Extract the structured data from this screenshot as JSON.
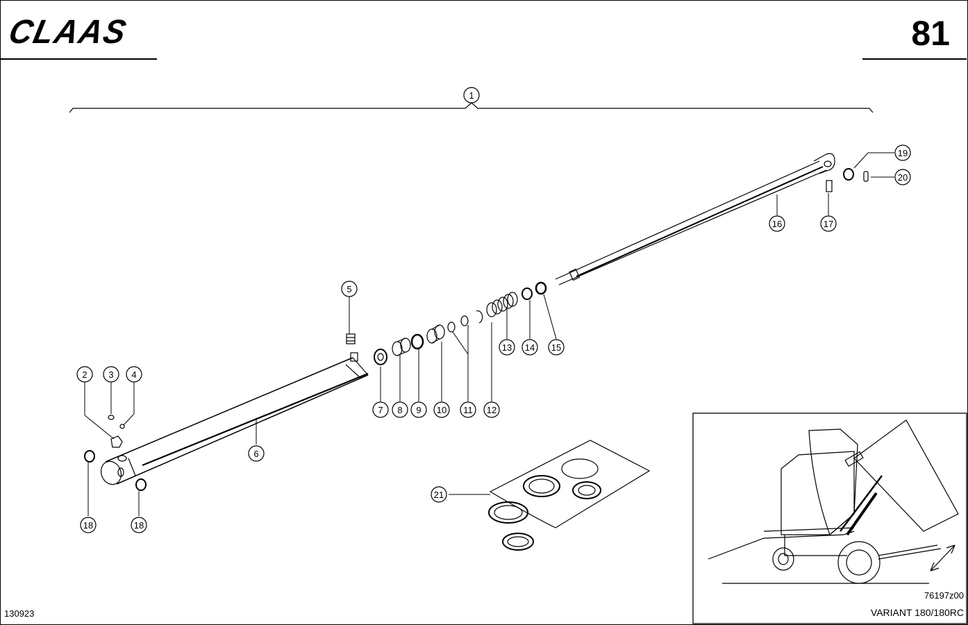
{
  "header": {
    "brand": "CLAAS",
    "page_number": "81"
  },
  "footer": {
    "document_number": "130923",
    "figure_reference": "76197z00",
    "model": "VARIANT 180/180RC"
  },
  "callouts": [
    {
      "id": "c1",
      "label": "1"
    },
    {
      "id": "c2",
      "label": "2"
    },
    {
      "id": "c3",
      "label": "3"
    },
    {
      "id": "c4",
      "label": "4"
    },
    {
      "id": "c5",
      "label": "5"
    },
    {
      "id": "c6",
      "label": "6"
    },
    {
      "id": "c7",
      "label": "7"
    },
    {
      "id": "c8",
      "label": "8"
    },
    {
      "id": "c9",
      "label": "9"
    },
    {
      "id": "c10",
      "label": "10"
    },
    {
      "id": "c11",
      "label": "11"
    },
    {
      "id": "c12",
      "label": "12"
    },
    {
      "id": "c13",
      "label": "13"
    },
    {
      "id": "c14",
      "label": "14"
    },
    {
      "id": "c15",
      "label": "15"
    },
    {
      "id": "c16",
      "label": "16"
    },
    {
      "id": "c17",
      "label": "17"
    },
    {
      "id": "c18a",
      "label": "18"
    },
    {
      "id": "c18b",
      "label": "18"
    },
    {
      "id": "c19",
      "label": "19"
    },
    {
      "id": "c20",
      "label": "20"
    },
    {
      "id": "c21",
      "label": "21"
    }
  ]
}
